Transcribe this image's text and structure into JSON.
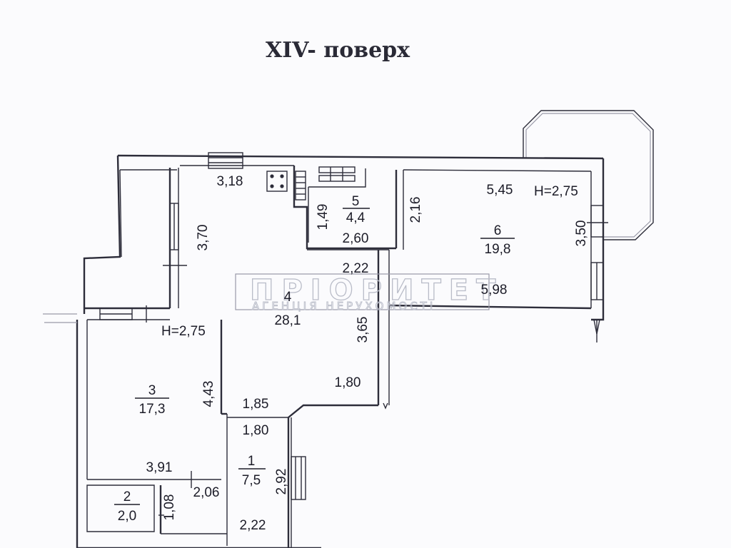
{
  "plan": {
    "title": "XIV- поверх",
    "watermark": {
      "main": "ПРІОРИТЕТ",
      "sub": "АГЕНЦІЯ НЕРУХОМОСТІ"
    },
    "rooms": [
      {
        "number": "1",
        "area": "7,5"
      },
      {
        "number": "2",
        "area": "2,0"
      },
      {
        "number": "3",
        "area": "17,3"
      },
      {
        "number": "4",
        "area": "28,1"
      },
      {
        "number": "5",
        "area": "4,4"
      },
      {
        "number": "6",
        "area": "19,8"
      }
    ],
    "heights": {
      "room3": "H=2,75",
      "room6": "H=2,75"
    },
    "dimensions": {
      "d_3_18": "3,18",
      "d_3_70": "3,70",
      "d_1_49": "1,49",
      "d_2_60": "2,60",
      "d_2_22_top": "2,22",
      "d_2_16": "2,16",
      "d_5_45": "5,45",
      "d_3_50": "3,50",
      "d_5_98": "5,98",
      "d_3_65": "3,65",
      "d_1_80_right": "1,80",
      "d_1_85": "1,85",
      "d_1_80_hall": "1,80",
      "d_4_43": "4,43",
      "d_3_91": "3,91",
      "d_2_06": "2,06",
      "d_1_08": "1,08",
      "d_2_92": "2,92",
      "d_2_22_bottom": "2,22"
    }
  }
}
